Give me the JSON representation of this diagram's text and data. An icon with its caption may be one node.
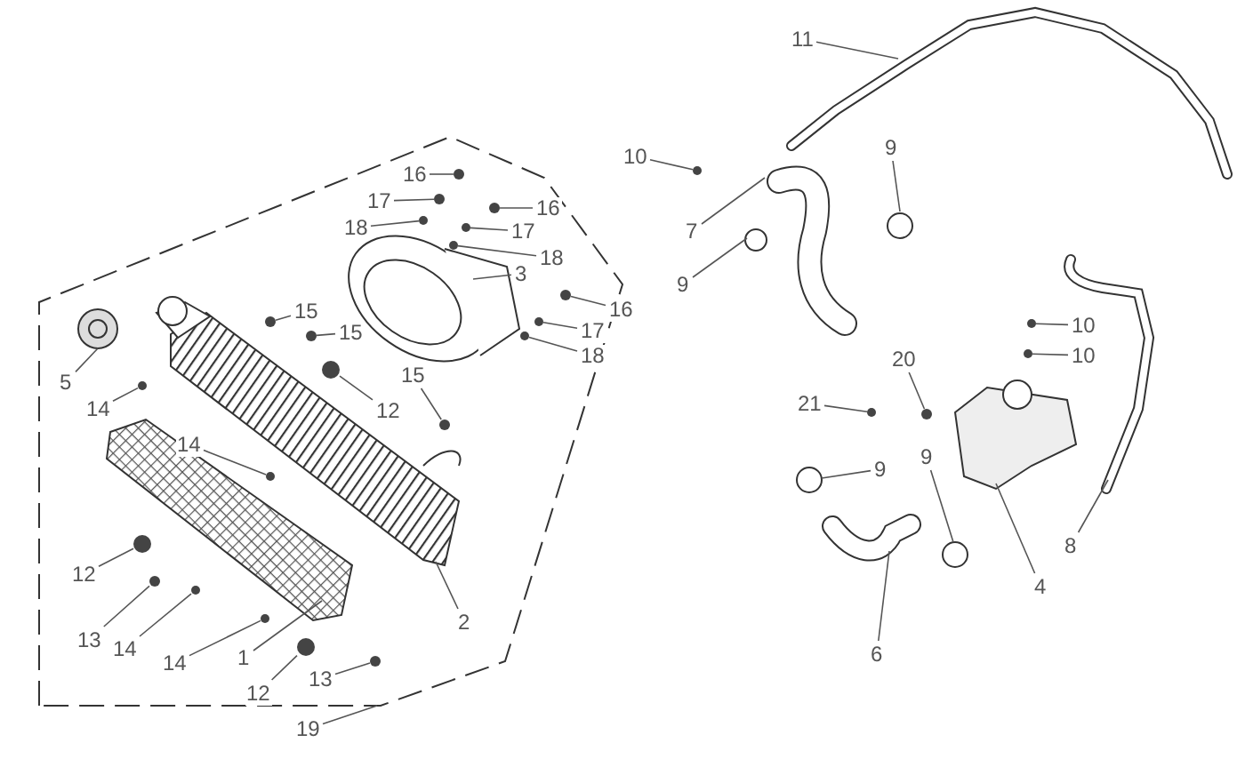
{
  "diagram": {
    "nodes": [
      {
        "text": [
          "11"
        ]
      },
      {
        "text": [
          "10"
        ]
      },
      {
        "text": [
          "16"
        ]
      },
      {
        "text": [
          "9"
        ]
      },
      {
        "text": [
          "17"
        ]
      },
      {
        "text": [
          "16"
        ]
      },
      {
        "text": [
          "7"
        ]
      },
      {
        "text": [
          "18"
        ]
      },
      {
        "text": [
          "17"
        ]
      },
      {
        "text": [
          "9"
        ]
      },
      {
        "text": [
          "18"
        ]
      },
      {
        "text": [
          "3"
        ]
      },
      {
        "text": [
          "16"
        ]
      },
      {
        "text": [
          "10"
        ]
      },
      {
        "text": [
          "17"
        ]
      },
      {
        "text": [
          "15"
        ]
      },
      {
        "text": [
          "15"
        ]
      },
      {
        "text": [
          "5"
        ]
      },
      {
        "text": [
          "10"
        ]
      },
      {
        "text": [
          "18"
        ]
      },
      {
        "text": [
          "20"
        ]
      },
      {
        "text": [
          "15"
        ]
      },
      {
        "text": [
          "12"
        ]
      },
      {
        "text": [
          "14"
        ]
      },
      {
        "text": [
          "21"
        ]
      },
      {
        "text": [
          "14"
        ]
      },
      {
        "text": [
          "9"
        ]
      },
      {
        "text": [
          "9"
        ]
      },
      {
        "text": [
          "12"
        ]
      },
      {
        "text": [
          "8"
        ]
      },
      {
        "text": [
          "2"
        ]
      },
      {
        "text": [
          "4"
        ]
      },
      {
        "text": [
          "13"
        ]
      },
      {
        "text": [
          "14"
        ]
      },
      {
        "text": [
          "6"
        ]
      },
      {
        "text": [
          "14"
        ]
      },
      {
        "text": [
          "1"
        ]
      },
      {
        "text": [
          "12"
        ]
      },
      {
        "text": [
          "13"
        ]
      },
      {
        "text": [
          "19"
        ]
      },
      {
        "text": [],
        "shape": "circle"
      },
      {
        "text": [],
        "shape": "circle"
      },
      {
        "text": [],
        "shape": "circle"
      },
      {
        "text": [],
        "shape": "circle"
      },
      {
        "text": [],
        "shape": "circle"
      },
      {
        "text": [],
        "shape": "circle"
      },
      {
        "text": [],
        "shape": "circle"
      },
      {
        "text": [],
        "shape": "circle"
      },
      {
        "text": [],
        "shape": "circle"
      },
      {
        "text": [],
        "shape": "circle"
      },
      {
        "text": [],
        "shape": "circle"
      },
      {
        "text": [],
        "shape": "circle"
      },
      {
        "text": [],
        "shape": "circle"
      },
      {
        "text": [],
        "shape": "circle"
      },
      {
        "text": [],
        "shape": "circle"
      },
      {
        "text": [],
        "shape": "circle"
      },
      {
        "text": [],
        "shape": "circle"
      },
      {
        "text": [],
        "shape": "circle"
      },
      {
        "text": [],
        "shape": "circle"
      },
      {
        "text": [],
        "shape": "circle"
      },
      {
        "text": [],
        "shape": "circle"
      },
      {
        "text": [],
        "shape": "circle"
      },
      {
        "text": [],
        "shape": "circle"
      },
      {
        "text": [],
        "shape": "circle"
      },
      {
        "text": [],
        "shape": "circle"
      },
      {
        "text": [],
        "shape": "circle"
      }
    ],
    "edges": [
      {
        "from": 0,
        "to": null,
        "arrow": "none"
      },
      {
        "from": 1,
        "to": 50,
        "arrow": "none"
      },
      {
        "from": 2,
        "to": 51,
        "arrow": "none"
      },
      {
        "from": 3,
        "to": null,
        "arrow": "none"
      },
      {
        "from": 4,
        "to": 40,
        "arrow": "none"
      },
      {
        "from": 5,
        "to": 41,
        "arrow": "none"
      },
      {
        "from": 6,
        "to": null,
        "arrow": "none"
      },
      {
        "from": 7,
        "to": 42,
        "arrow": "none"
      },
      {
        "from": 8,
        "to": 52,
        "arrow": "none"
      },
      {
        "from": 9,
        "to": null,
        "arrow": "none"
      },
      {
        "from": 10,
        "to": 53,
        "arrow": "none"
      },
      {
        "from": 11,
        "to": null,
        "arrow": "none"
      },
      {
        "from": 12,
        "to": 43,
        "arrow": "none"
      },
      {
        "from": 13,
        "to": 54,
        "arrow": "none"
      },
      {
        "from": 14,
        "to": 44,
        "arrow": "none"
      },
      {
        "from": 15,
        "to": 55,
        "arrow": "none"
      },
      {
        "from": 16,
        "to": 45,
        "arrow": "none"
      },
      {
        "from": 17,
        "to": null,
        "arrow": "none"
      },
      {
        "from": 18,
        "to": 56,
        "arrow": "none"
      },
      {
        "from": 19,
        "to": 57,
        "arrow": "none"
      },
      {
        "from": 20,
        "to": 46,
        "arrow": "none"
      },
      {
        "from": 21,
        "to": 58,
        "arrow": "none"
      },
      {
        "from": 22,
        "to": 47,
        "arrow": "none"
      },
      {
        "from": 23,
        "to": 59,
        "arrow": "none"
      },
      {
        "from": 24,
        "to": 60,
        "arrow": "none"
      },
      {
        "from": 25,
        "to": 61,
        "arrow": "none"
      },
      {
        "from": 26,
        "to": null,
        "arrow": "none"
      },
      {
        "from": 27,
        "to": null,
        "arrow": "none"
      },
      {
        "from": 28,
        "to": 62,
        "arrow": "none"
      },
      {
        "from": 29,
        "to": null,
        "arrow": "none"
      },
      {
        "from": 30,
        "to": null,
        "arrow": "none"
      },
      {
        "from": 31,
        "to": null,
        "arrow": "none"
      },
      {
        "from": 32,
        "to": 63,
        "arrow": "none"
      },
      {
        "from": 33,
        "to": 64,
        "arrow": "none"
      },
      {
        "from": 34,
        "to": null,
        "arrow": "none"
      },
      {
        "from": 35,
        "to": 48,
        "arrow": "none"
      },
      {
        "from": 36,
        "to": null,
        "arrow": "none"
      },
      {
        "from": 37,
        "to": 49,
        "arrow": "none"
      },
      {
        "from": 38,
        "to": 65,
        "arrow": "none"
      },
      {
        "from": 39,
        "to": null,
        "arrow": "none"
      }
    ]
  }
}
